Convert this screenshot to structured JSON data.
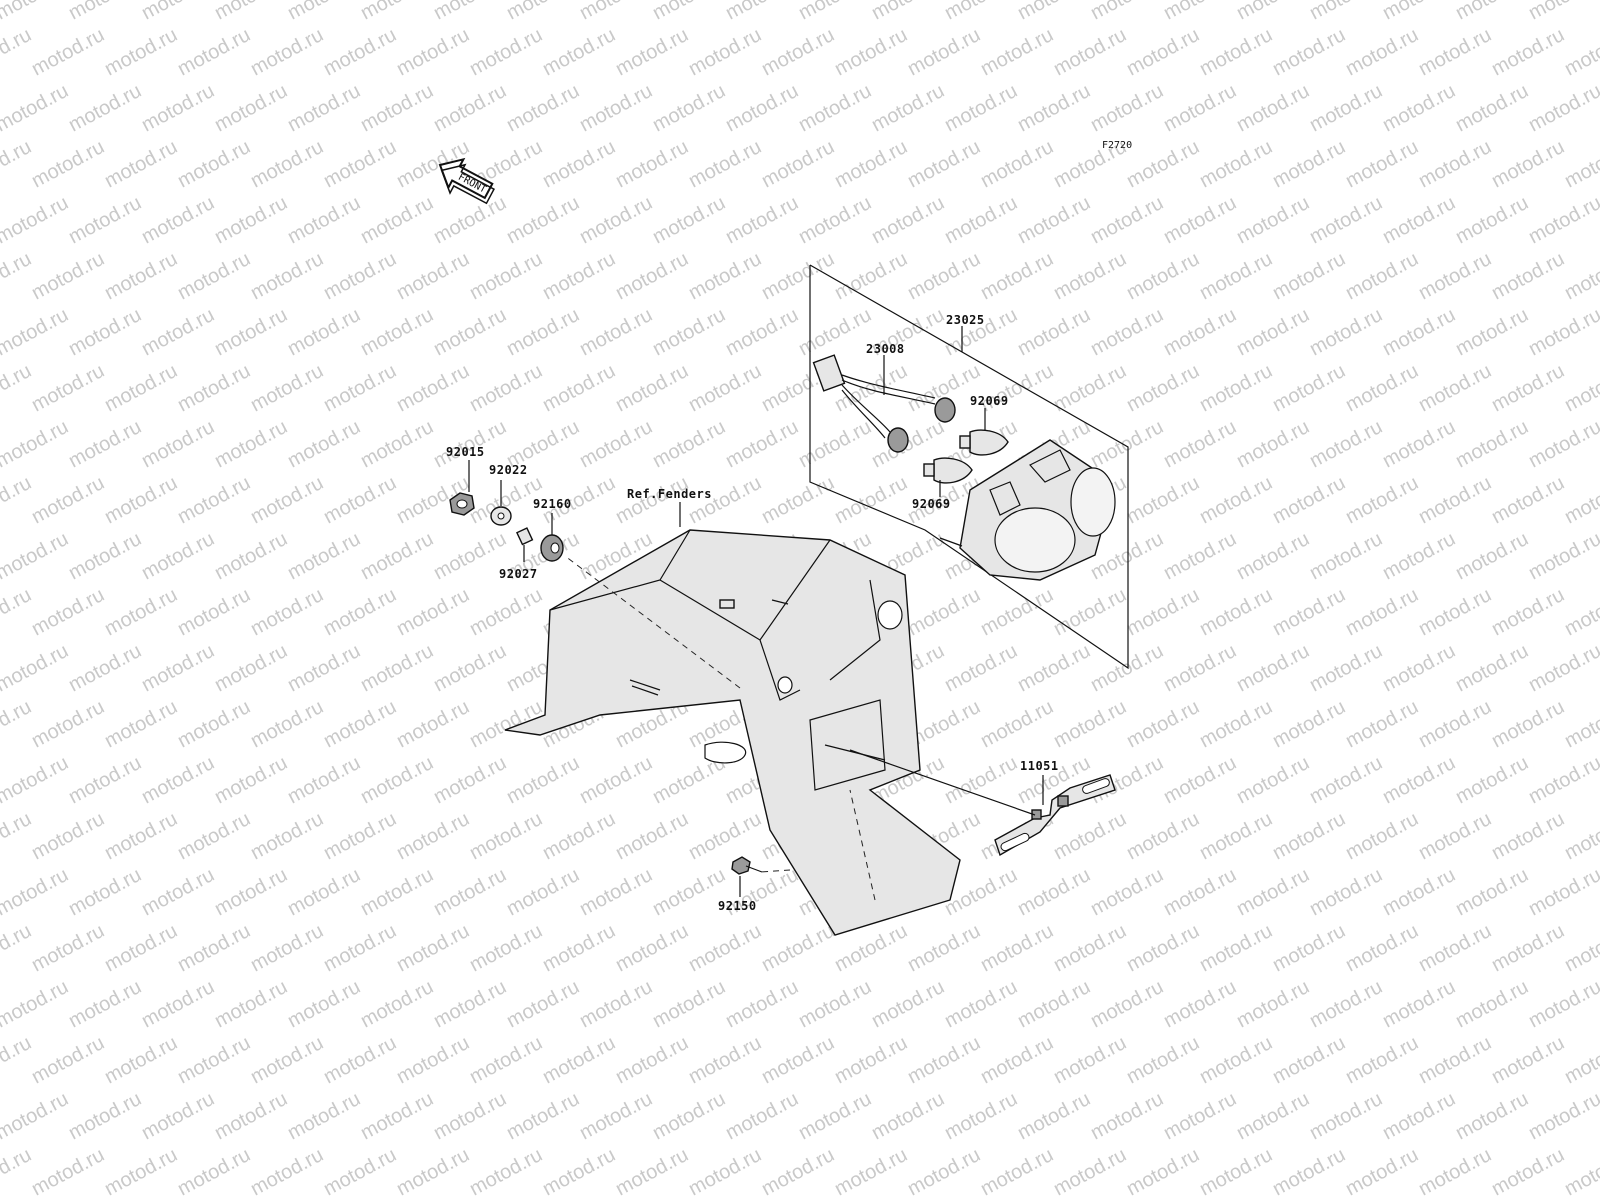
{
  "watermark": "motod.ru",
  "figure_code": "F2720",
  "front_label": "FRONT",
  "ref_label": "Ref.Fenders",
  "parts": {
    "p23025": "23025",
    "p23008": "23008",
    "p92069_upper": "92069",
    "p92069_lower": "92069",
    "p92015": "92015",
    "p92022": "92022",
    "p92160": "92160",
    "p92027": "92027",
    "p11051": "11051",
    "p92150": "92150"
  }
}
